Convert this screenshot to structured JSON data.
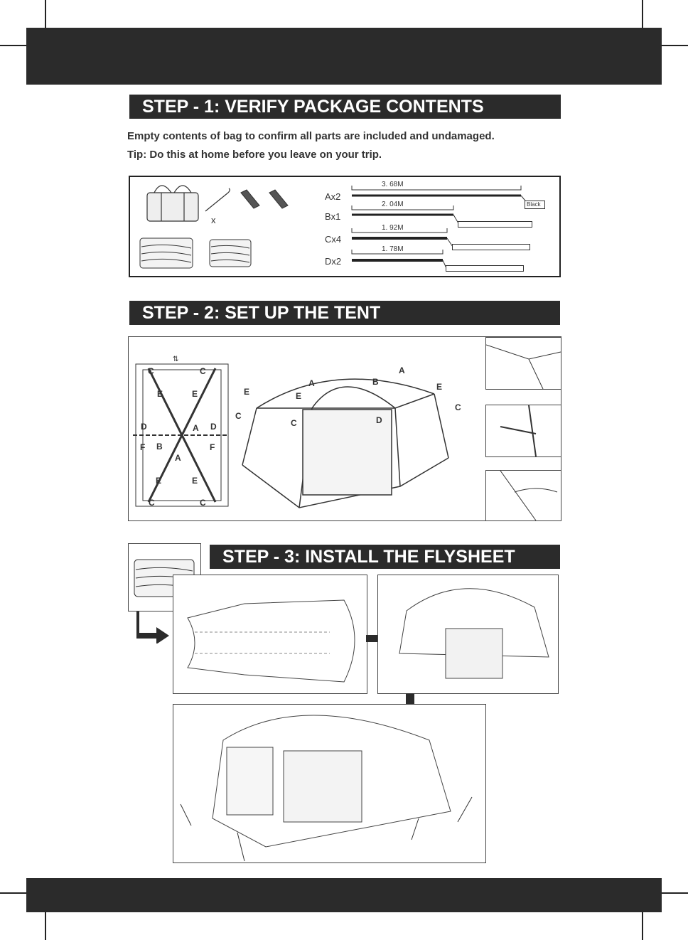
{
  "step1": {
    "heading": "STEP - 1: VERIFY PACKAGE CONTENTS",
    "line1": "Empty contents of bag to confirm all parts are included and undamaged.",
    "line2": "Tip: Do this at home before you leave on your trip.",
    "stake_multiplier": "x",
    "poles": [
      {
        "label": "Ax2",
        "length": "3. 68M",
        "note": "Black"
      },
      {
        "label": "Bx1",
        "length": "2. 04M",
        "note": ""
      },
      {
        "label": "Cx4",
        "length": "1. 92M",
        "note": ""
      },
      {
        "label": "Dx2",
        "length": "1. 78M",
        "note": ""
      }
    ]
  },
  "step2": {
    "heading": "STEP - 2: SET UP THE TENT",
    "plan_letters": {
      "c": "C",
      "e": "E",
      "d": "D",
      "f": "F",
      "a": "A",
      "b": "B"
    },
    "tent_letters": {
      "a": "A",
      "b": "B",
      "c": "C",
      "d": "D",
      "e": "E"
    }
  },
  "step3": {
    "heading": "STEP - 3: INSTALL THE FLYSHEET"
  }
}
